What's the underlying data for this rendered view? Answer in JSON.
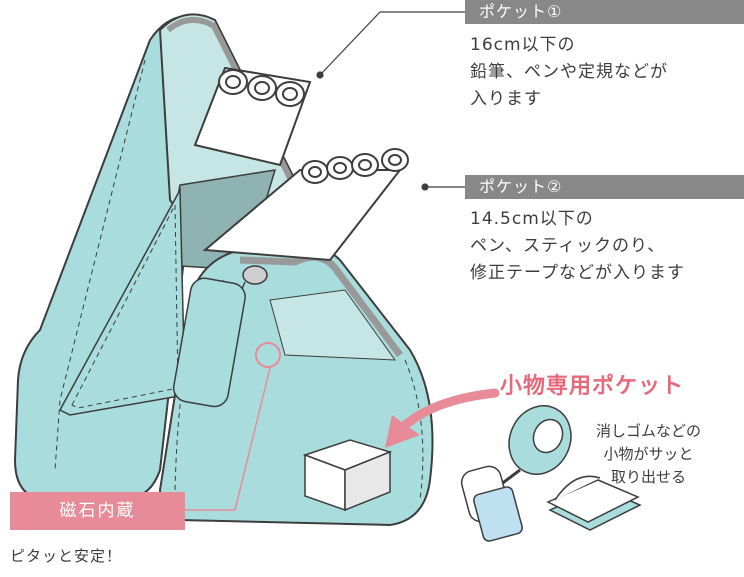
{
  "pocket1": {
    "tag": "ポケット①",
    "lines": [
      "16cm以下の",
      "鉛筆、ペンや定規などが",
      "入ります"
    ]
  },
  "pocket2": {
    "tag": "ポケット②",
    "lines": [
      "14.5cm以下の",
      "ペン、スティックのり、",
      "修正テープなどが入ります"
    ]
  },
  "small_pocket": {
    "title": "小物専用ポケット",
    "note_lines": [
      "消しゴムなどの",
      "小物がサッと",
      "取り出せる"
    ]
  },
  "magnet": {
    "badge": "磁石内蔵",
    "caption": "ピタッと安定！"
  },
  "colors": {
    "case_body": "#a9dcdc",
    "case_inner": "#c6e6e6",
    "outline": "#3d3d3d",
    "tag_gray": "#888888",
    "accent_pink": "#e66a7c",
    "badge_pink": "#e88b98"
  }
}
